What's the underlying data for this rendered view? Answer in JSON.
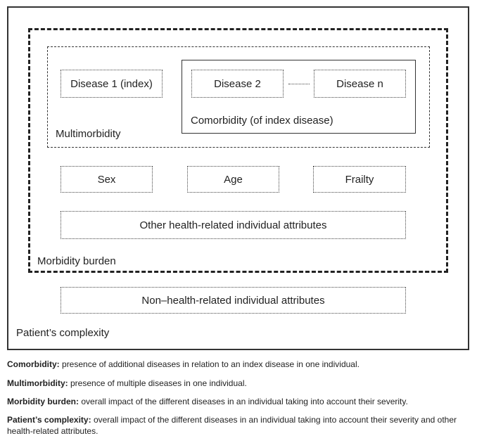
{
  "diagram": {
    "boxes": {
      "disease1": "Disease 1 (index)",
      "disease2": "Disease 2",
      "diseaseN": "Disease n",
      "sex": "Sex",
      "age": "Age",
      "frailty": "Frailty",
      "other_health": "Other health-related individual attributes",
      "non_health": "Non–health-related individual attributes"
    },
    "frame_labels": {
      "comorbidity": "Comorbidity (of index disease)",
      "multimorbidity": "Multimorbidity",
      "morbidity_burden": "Morbidity burden",
      "patient_complexity": "Patient’s complexity"
    }
  },
  "legend": [
    {
      "term": "Comorbidity:",
      "definition": "presence of additional diseases in relation to an index disease in one individual."
    },
    {
      "term": "Multimorbidity:",
      "definition": "presence of multiple diseases in one individual."
    },
    {
      "term": "Morbidity burden:",
      "definition": "overall impact of the different diseases in an individual taking into account their severity."
    },
    {
      "term": "Patient’s complexity:",
      "definition": "overall impact of the different diseases in an individual taking into account their severity and other health-related attributes."
    }
  ]
}
